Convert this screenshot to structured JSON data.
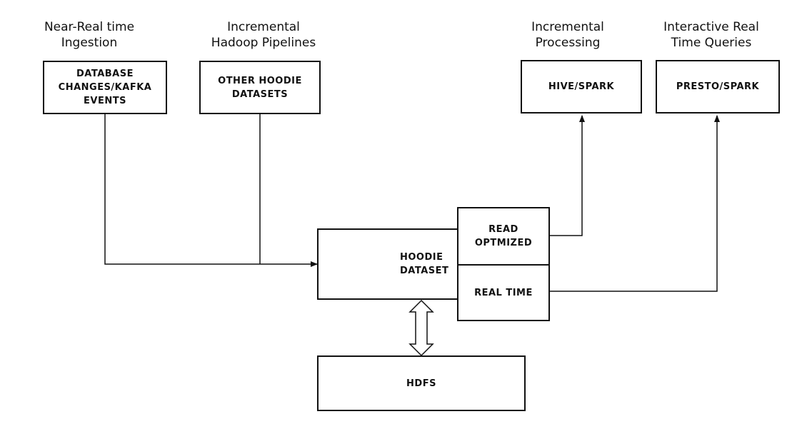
{
  "captions": {
    "ingestion": "Near-Real time\nIngestion",
    "pipelines": "Incremental\nHadoop Pipelines",
    "processing": "Incremental\nProcessing",
    "queries": "Interactive Real\nTime Queries"
  },
  "boxes": {
    "database_changes": "DATABASE\nCHANGES/KAFKA\nEVENTS",
    "other_datasets": "OTHER HOODIE\nDATASETS",
    "hive_spark": "HIVE/SPARK",
    "presto_spark": "PRESTO/SPARK",
    "hoodie_dataset": "HOODIE\nDATASET",
    "read_optimized": "READ\nOPTMIZED",
    "real_time": "REAL TIME",
    "hdfs": "HDFS"
  },
  "colors": {
    "stroke": "#111111",
    "background": "#ffffff"
  }
}
